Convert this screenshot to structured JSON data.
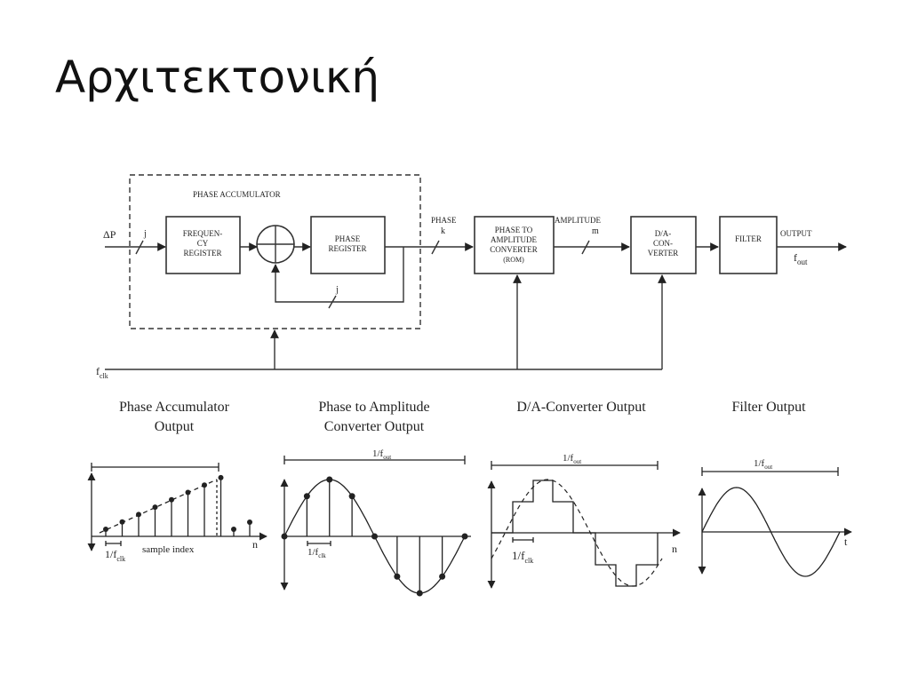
{
  "slide": {
    "title": "Αρχιτεκτονική"
  },
  "diagram": {
    "phase_accumulator_label": "PHASE ACCUMULATOR",
    "input_label": "ΔP",
    "bus_width_j": "j",
    "freq_register": [
      "FREQUEN-",
      "CY",
      "REGISTER"
    ],
    "phase_register": [
      "PHASE",
      "REGISTER"
    ],
    "phase_label": "PHASE",
    "phase_k": "k",
    "ptoa": [
      "PHASE TO",
      "AMPLITUDE",
      "CONVERTER",
      "(ROM)"
    ],
    "amplitude_label": "AMPLITUDE",
    "amplitude_m": "m",
    "dac": [
      "D/A-",
      "CON-",
      "VERTER"
    ],
    "filter": "FILTER",
    "output_label": "OUTPUT",
    "fout_main": "f",
    "fout_sub": "out",
    "fclk_main": "f",
    "fclk_sub": "clk"
  },
  "panels": {
    "accumulator": {
      "title": [
        "Phase Accumulator",
        "Output"
      ],
      "period_main": "1/f",
      "period_sub": "clk",
      "x_label": "sample index",
      "axis_n": "n"
    },
    "ptoa": {
      "title": [
        "Phase to Amplitude",
        "Converter Output"
      ],
      "top_main": "1/f",
      "top_sub": "out",
      "period_main": "1/f",
      "period_sub": "clk"
    },
    "dac": {
      "title": "D/A-Converter Output",
      "top_main": "1/f",
      "top_sub": "out",
      "period_main": "1/f",
      "period_sub": "clk",
      "axis_n": "n"
    },
    "filter": {
      "title": "Filter Output",
      "top_main": "1/f",
      "top_sub": "out",
      "axis_t": "t"
    }
  }
}
